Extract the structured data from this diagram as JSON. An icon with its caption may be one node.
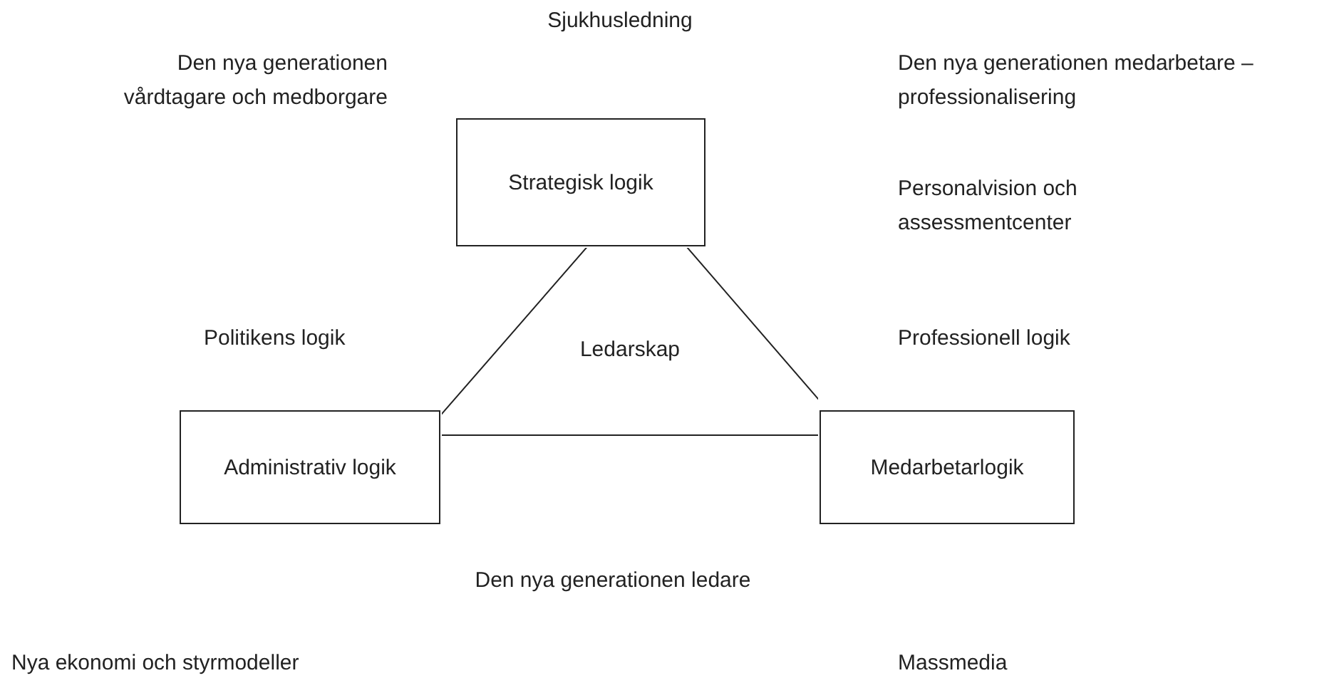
{
  "diagram": {
    "nodes": [
      {
        "text": [
          "Strategisk logik"
        ]
      },
      {
        "text": [
          "Ledarskap"
        ]
      },
      {
        "text": [
          "Administrativ logik"
        ]
      },
      {
        "text": [
          "Medarbetarlogik"
        ]
      }
    ],
    "labels": [
      "Sjukhusledning",
      "Den nya generationen vårdtagare och medborgare",
      "Den nya generationen medarbetare – professionalisering",
      "Personalvision och assessmentcenter",
      "Politikens logik",
      "Professionell logik",
      "Den nya generationen ledare",
      "Nya ekonomi och styrmodeller",
      "Massmedia"
    ]
  }
}
